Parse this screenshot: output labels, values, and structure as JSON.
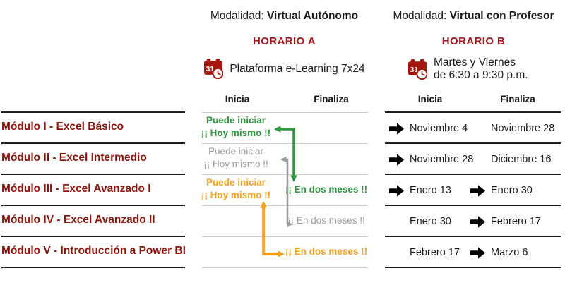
{
  "header_a": {
    "modalidad_label": "Modalidad: ",
    "modalidad_value": "Virtual Autónomo",
    "horario_title": "HORARIO A",
    "schedule_line1": "Plataforma e-Learning 7x24",
    "schedule_line2": ""
  },
  "header_b": {
    "modalidad_label": "Modalidad: ",
    "modalidad_value": "Virtual con Profesor",
    "horario_title": "HORARIO B",
    "schedule_line1": "Martes y Viernes",
    "schedule_line2": "de 6:30 a 9:30 p.m."
  },
  "column_headers": {
    "inicia": "Inicia",
    "finaliza": "Finaliza"
  },
  "colors": {
    "module_red": "#8e150c",
    "horario_red": "#a4121a",
    "green": "#2e963d",
    "gray": "#9b9b9b",
    "orange": "#f7a01b",
    "text_black": "#1c1c1c",
    "grid_dark": "#1f1f1f",
    "grid_light": "#cdcdcd"
  },
  "chart_data": {
    "type": "table",
    "title": "Horarios de módulos Excel y Power BI",
    "columns": [
      "Módulo",
      "Horario A Inicia",
      "Horario A Finaliza",
      "Horario B Inicia",
      "Horario B Finaliza"
    ],
    "rows_flat": [
      [
        "Módulo I - Excel Básico",
        "Puede iniciar ¡¡ Hoy mismo !!",
        "",
        "Noviembre 4",
        "Noviembre 28"
      ],
      [
        "Módulo II - Excel Intermedio",
        "Puede iniciar ¡¡ Hoy mismo !!",
        "",
        "Noviembre 28",
        "Diciembre 16"
      ],
      [
        "Módulo III - Excel Avanzado I",
        "Puede iniciar ¡¡ Hoy mismo !!",
        "¡¡ En dos meses !!",
        "Enero 13",
        "Enero 30"
      ],
      [
        "Módulo IV - Excel Avanzado II",
        "",
        "¡¡ En dos meses !!",
        "Enero 30",
        "Febrero 17"
      ],
      [
        "Módulo V - Introducción a Power BI",
        "",
        "¡¡ En dos meses !!",
        "Febrero 17",
        "Marzo 6"
      ]
    ]
  },
  "rows": [
    {
      "module": "Módulo I - Excel Básico",
      "a": {
        "inicia_line1": "Puede iniciar",
        "inicia_line2": "¡¡ Hoy mismo !!",
        "inicia_color": "green",
        "finaliza": ""
      },
      "b": {
        "inicia": "Noviembre 4",
        "inicia_arrow": "green",
        "finaliza": "Noviembre 28",
        "finaliza_arrow": ""
      }
    },
    {
      "module": "Módulo II - Excel Intermedio",
      "a": {
        "inicia_line1": "Puede iniciar",
        "inicia_line2": "¡¡ Hoy mismo !!",
        "inicia_color": "gray",
        "finaliza": ""
      },
      "b": {
        "inicia": "Noviembre 28",
        "inicia_arrow": "gray",
        "finaliza": "Diciembre 16",
        "finaliza_arrow": ""
      }
    },
    {
      "module": "Módulo III - Excel Avanzado I",
      "a": {
        "inicia_line1": "Puede iniciar",
        "inicia_line2": "¡¡ Hoy mismo !!",
        "inicia_color": "orange",
        "finaliza": "¡¡ En dos meses !!",
        "finaliza_color": "green"
      },
      "b": {
        "inicia": "Enero 13",
        "inicia_arrow": "orange",
        "finaliza": "Enero 30",
        "finaliza_arrow": "green"
      }
    },
    {
      "module": "Módulo IV - Excel Avanzado II",
      "a": {
        "inicia_line1": "",
        "inicia_line2": "",
        "inicia_color": "",
        "finaliza": "¡¡ En dos meses !!",
        "finaliza_color": "gray"
      },
      "b": {
        "inicia": "Enero 30",
        "inicia_arrow": "",
        "finaliza": "Febrero 17",
        "finaliza_arrow": "gray"
      }
    },
    {
      "module": "Módulo V - Introducción a Power BI",
      "a": {
        "inicia_line1": "",
        "inicia_line2": "",
        "inicia_color": "",
        "finaliza": "¡¡ En dos meses !!",
        "finaliza_color": "orange"
      },
      "b": {
        "inicia": "Febrero 17",
        "inicia_arrow": "",
        "finaliza": "Marzo 6",
        "finaliza_arrow": "orange"
      }
    }
  ]
}
